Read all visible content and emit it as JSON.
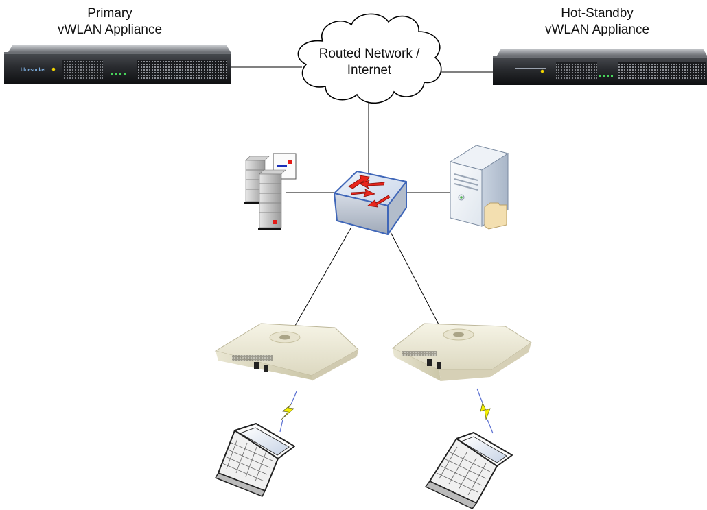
{
  "primary": {
    "line1": "Primary",
    "line2": "vWLAN Appliance"
  },
  "standby": {
    "line1": "Hot-Standby",
    "line2": "vWLAN Appliance"
  },
  "cloud": {
    "line1": "Routed Network /",
    "line2": "Internet"
  },
  "appliance_brand": "bluesocket",
  "icons": {
    "primary": "rack-appliance-icon",
    "standby": "rack-appliance-icon",
    "cloud": "cloud-icon",
    "switch": "network-switch-icon",
    "servers": "server-stack-icon",
    "file_server": "file-server-icon",
    "access_points": "wireless-access-point-icon",
    "laptops": "laptop-icon",
    "wireless": "lightning-bolt-icon"
  },
  "colors": {
    "line": "#000000",
    "switch_arrow": "#e8261c",
    "switch_top": "#dfe7f3",
    "switch_border": "#3f66b8",
    "bolt_fill": "#f4f000",
    "bolt_stroke": "#5a6fd1"
  }
}
